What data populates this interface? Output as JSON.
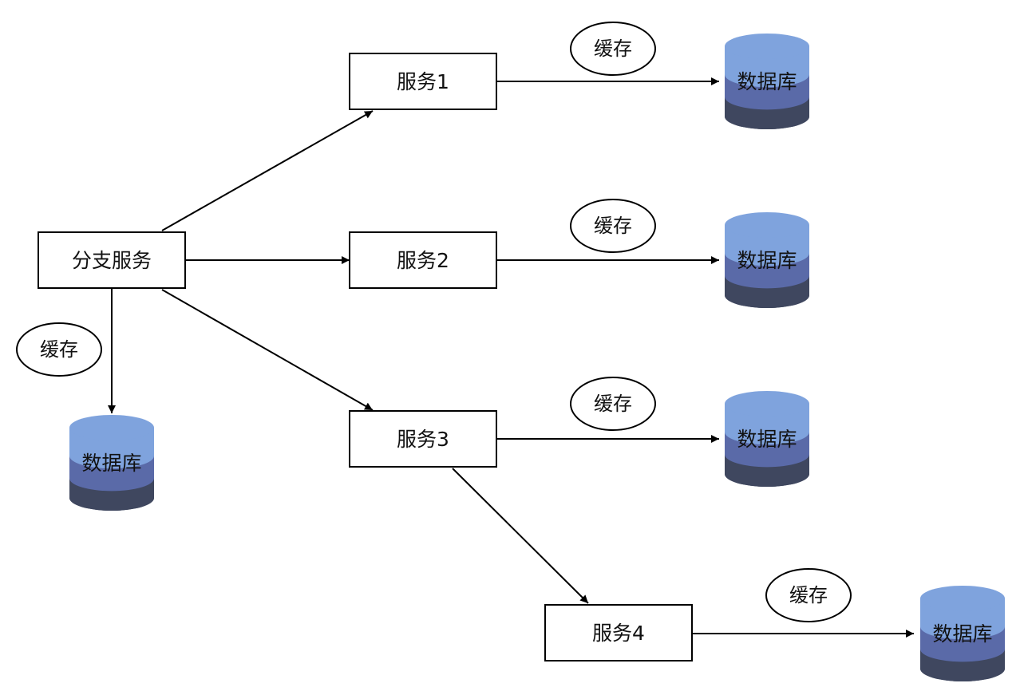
{
  "labels": {
    "branch_service": "分支服务",
    "service1": "服务1",
    "service2": "服务2",
    "service3": "服务3",
    "service4": "服务4",
    "cache": "缓存",
    "database": "数据库"
  },
  "colors": {
    "db_top": "#7fa3dd",
    "db_mid": "#5a6aa8",
    "db_bottom": "#3f475f",
    "line": "#000000",
    "box_border": "#000000",
    "box_fill": "#ffffff"
  }
}
